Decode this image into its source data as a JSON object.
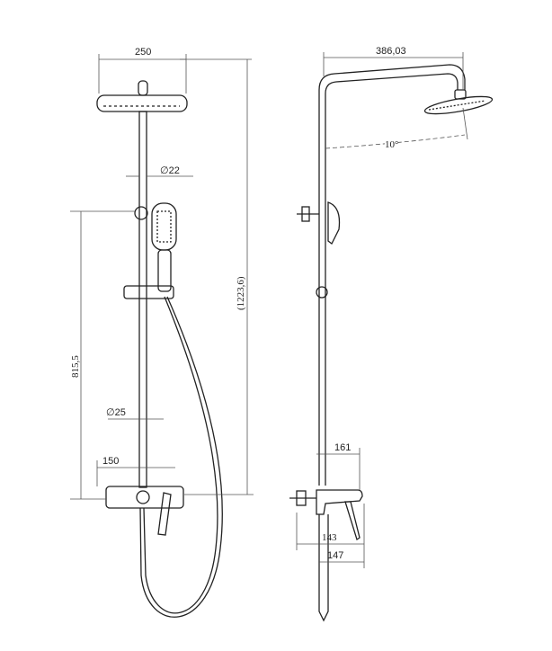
{
  "front_view": {
    "width_dim": "250",
    "rod_diameter_top": "22",
    "total_height_dim": "(1223,6)",
    "mixer_height_dim": "815,5",
    "rod_diameter_bottom": "25",
    "mixer_offset_dim": "150",
    "diameter_symbol": "∅"
  },
  "side_view": {
    "arm_reach_dim": "386,03",
    "head_angle_dim": "10°",
    "mixer_depth_dim": "161",
    "handle_depth_dim": "143",
    "spout_depth_dim": "147"
  },
  "colors": {
    "line": "#222222",
    "dim": "#555555"
  }
}
